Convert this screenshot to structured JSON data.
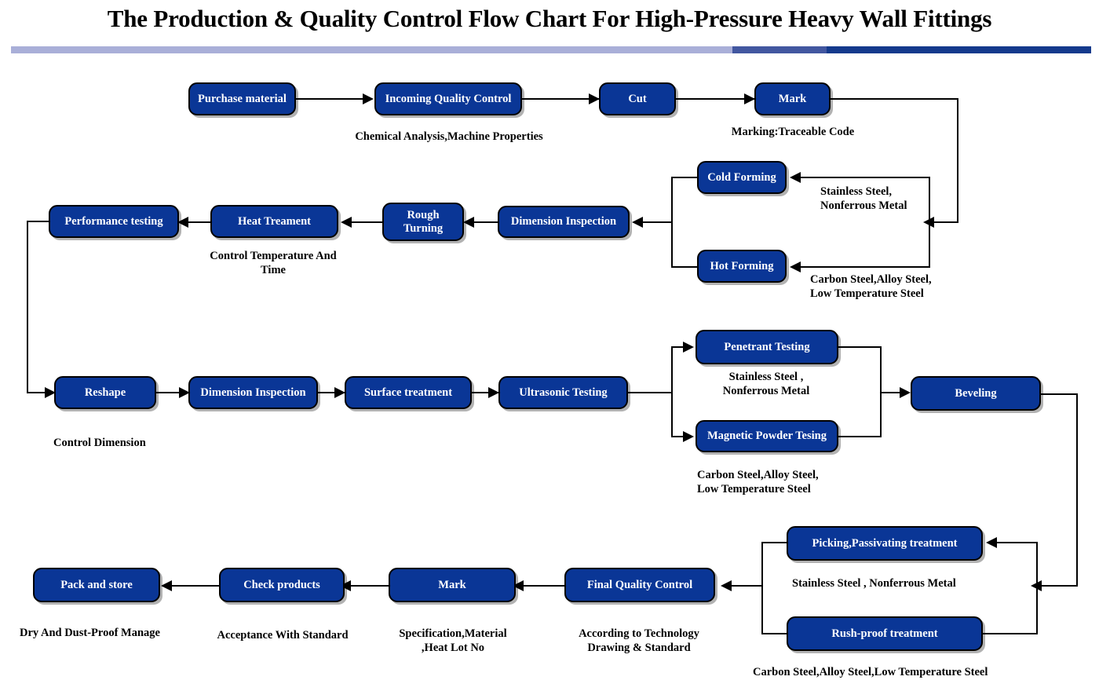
{
  "title": "The Production & Quality Control Flow Chart For High-Pressure Heavy Wall Fittings",
  "colors": {
    "node_fill": "#0a3696",
    "node_border": "#000000",
    "node_text": "#ffffff",
    "caption_text": "#000000",
    "rule_light": "#a9afd8",
    "rule_mid": "#4257a0",
    "rule_dark": "#143a8c",
    "page_background": "#ffffff"
  },
  "nodes": [
    {
      "id": "purchase_material",
      "label": "Purchase material"
    },
    {
      "id": "incoming_qc",
      "label": "Incoming Quality Control"
    },
    {
      "id": "cut",
      "label": "Cut"
    },
    {
      "id": "mark_top",
      "label": "Mark"
    },
    {
      "id": "cold_forming",
      "label": "Cold Forming"
    },
    {
      "id": "hot_forming",
      "label": "Hot Forming"
    },
    {
      "id": "dimension_inspect_1",
      "label": "Dimension Inspection"
    },
    {
      "id": "rough_turning",
      "label": "Rough\nTurning"
    },
    {
      "id": "heat_treament",
      "label": "Heat Treament"
    },
    {
      "id": "performance_testing",
      "label": "Performance testing"
    },
    {
      "id": "reshape",
      "label": "Reshape"
    },
    {
      "id": "dimension_inspect_2",
      "label": "Dimension Inspection"
    },
    {
      "id": "surface_treatment",
      "label": "Surface treatment"
    },
    {
      "id": "ultrasonic_testing",
      "label": "Ultrasonic Testing"
    },
    {
      "id": "penetrant_testing",
      "label": "Penetrant Testing"
    },
    {
      "id": "magnetic_powder",
      "label": "Magnetic Powder Tesing"
    },
    {
      "id": "beveling",
      "label": "Beveling"
    },
    {
      "id": "picking_passivating",
      "label": "Picking,Passivating  treatment"
    },
    {
      "id": "rush_proof",
      "label": "Rush-proof treatment"
    },
    {
      "id": "final_qc",
      "label": "Final Quality Control"
    },
    {
      "id": "mark_bottom",
      "label": "Mark"
    },
    {
      "id": "check_products",
      "label": "Check products"
    },
    {
      "id": "pack_and_store",
      "label": "Pack and store"
    }
  ],
  "captions": [
    {
      "id": "cap_incoming_qc",
      "text": "Chemical Analysis,Machine Properties"
    },
    {
      "id": "cap_mark_top",
      "text": "Marking:Traceable Code"
    },
    {
      "id": "cap_cold_forming",
      "text": "Stainless Steel,\nNonferrous Metal"
    },
    {
      "id": "cap_hot_forming",
      "text": "Carbon Steel,Alloy Steel,\nLow Temperature Steel"
    },
    {
      "id": "cap_heat_treament",
      "text": "Control Temperature And\nTime"
    },
    {
      "id": "cap_reshape",
      "text": "Control Dimension"
    },
    {
      "id": "cap_penetrant",
      "text": "Stainless Steel ,\nNonferrous Metal"
    },
    {
      "id": "cap_magnetic",
      "text": "Carbon Steel,Alloy Steel,\nLow Temperature Steel"
    },
    {
      "id": "cap_picking",
      "text": "Stainless Steel , Nonferrous Metal"
    },
    {
      "id": "cap_rush_proof",
      "text": "Carbon Steel,Alloy Steel,Low Temperature Steel"
    },
    {
      "id": "cap_final_qc",
      "text": "According to Technology\nDrawing & Standard"
    },
    {
      "id": "cap_mark_bottom",
      "text": "Specification,Material\n,Heat Lot No"
    },
    {
      "id": "cap_check",
      "text": "Acceptance With Standard"
    },
    {
      "id": "cap_pack",
      "text": "Dry And Dust-Proof Manage"
    }
  ]
}
